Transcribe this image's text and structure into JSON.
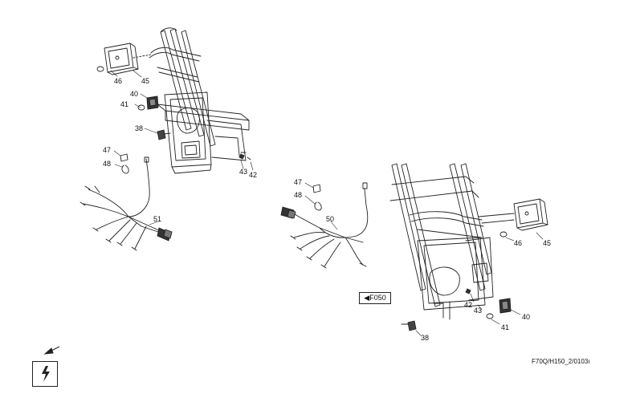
{
  "callouts": {
    "left": {
      "n46": "46",
      "n45": "45",
      "n40": "40",
      "n41": "41",
      "n38": "38",
      "n43": "43",
      "n42": "42",
      "n47": "47",
      "n48": "48",
      "n51": "51"
    },
    "right": {
      "n47": "47",
      "n48": "48",
      "n50": "50",
      "n46": "46",
      "n45": "45",
      "n42": "42",
      "n43": "43",
      "n40": "40",
      "n41": "41",
      "n38": "38"
    }
  },
  "figure_ref": {
    "label": "F050"
  },
  "drawing_id": "F70Q/H150_2/0103ı",
  "icons": [
    "direction-arrow-icon",
    "electrical-symbol-icon"
  ],
  "colors": {
    "line": "#222222",
    "background": "#ffffff"
  }
}
